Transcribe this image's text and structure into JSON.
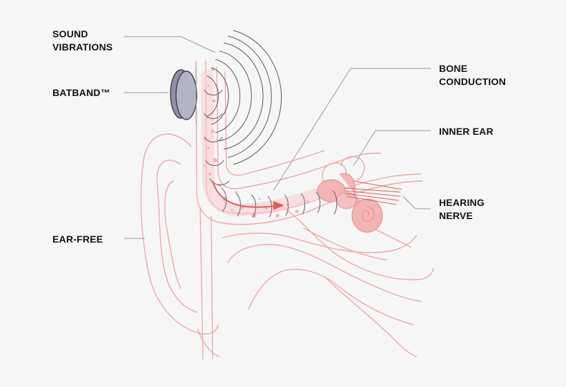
{
  "labels": {
    "sound_vibrations": [
      "SOUND",
      "VIBRATIONS"
    ],
    "batband": "BATBAND™",
    "ear_free": "EAR-FREE",
    "bone_conduction": [
      "BONE",
      "CONDUCTION"
    ],
    "inner_ear": "INNER EAR",
    "hearing_nerve": [
      "HEARING",
      "NERVE"
    ]
  },
  "colors": {
    "background": "#f6f6f6",
    "anatomy_outline": "#efa7a7",
    "anatomy_fill": "#f2b4b4",
    "arrow": "#e25a5a",
    "waves": "#555555",
    "leader_lines": "#9a9a9a",
    "device_fill": "#a8a8bd",
    "device_stroke": "#4a4a5c",
    "text": "#111111"
  }
}
